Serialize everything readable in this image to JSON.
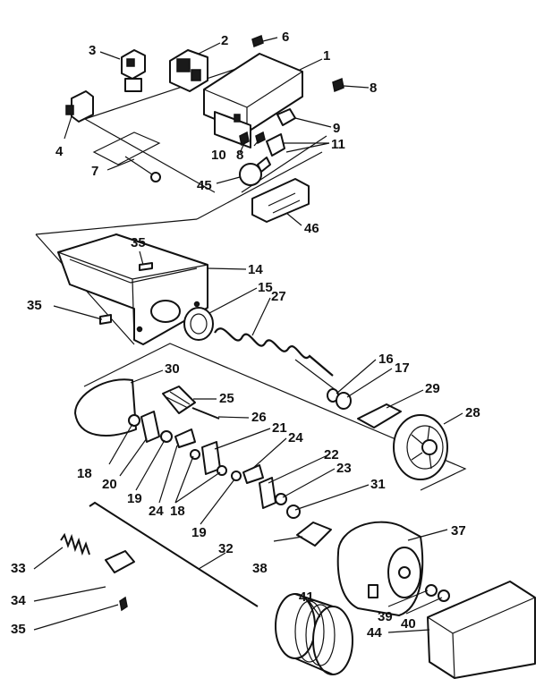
{
  "callouts": [
    {
      "id": "c1",
      "label": "1"
    },
    {
      "id": "c2",
      "label": "2"
    },
    {
      "id": "c3",
      "label": "3"
    },
    {
      "id": "c4",
      "label": "4"
    },
    {
      "id": "c6",
      "label": "6"
    },
    {
      "id": "c7",
      "label": "7"
    },
    {
      "id": "c8a",
      "label": "8"
    },
    {
      "id": "c8b",
      "label": "8"
    },
    {
      "id": "c9",
      "label": "9"
    },
    {
      "id": "c10",
      "label": "10"
    },
    {
      "id": "c11",
      "label": "11"
    },
    {
      "id": "c45",
      "label": "45"
    },
    {
      "id": "c46",
      "label": "46"
    },
    {
      "id": "c14",
      "label": "14"
    },
    {
      "id": "c15",
      "label": "15"
    },
    {
      "id": "c27",
      "label": "27"
    },
    {
      "id": "c35a",
      "label": "35"
    },
    {
      "id": "c35b",
      "label": "35"
    },
    {
      "id": "c16",
      "label": "16"
    },
    {
      "id": "c17",
      "label": "17"
    },
    {
      "id": "c29",
      "label": "29"
    },
    {
      "id": "c28",
      "label": "28"
    },
    {
      "id": "c30",
      "label": "30"
    },
    {
      "id": "c25",
      "label": "25"
    },
    {
      "id": "c26",
      "label": "26"
    },
    {
      "id": "c21",
      "label": "21"
    },
    {
      "id": "c24a",
      "label": "24"
    },
    {
      "id": "c22",
      "label": "22"
    },
    {
      "id": "c23",
      "label": "23"
    },
    {
      "id": "c31",
      "label": "31"
    },
    {
      "id": "c18a",
      "label": "18"
    },
    {
      "id": "c20",
      "label": "20"
    },
    {
      "id": "c19a",
      "label": "19"
    },
    {
      "id": "c24b",
      "label": "24"
    },
    {
      "id": "c18b",
      "label": "18"
    },
    {
      "id": "c19b",
      "label": "19"
    },
    {
      "id": "c37",
      "label": "37"
    },
    {
      "id": "c38",
      "label": "38"
    },
    {
      "id": "c32",
      "label": "32"
    },
    {
      "id": "c33",
      "label": "33"
    },
    {
      "id": "c34",
      "label": "34"
    },
    {
      "id": "c35c",
      "label": "35"
    },
    {
      "id": "c41",
      "label": "41"
    },
    {
      "id": "c39",
      "label": "39"
    },
    {
      "id": "c40",
      "label": "40"
    },
    {
      "id": "c44",
      "label": "44"
    }
  ]
}
